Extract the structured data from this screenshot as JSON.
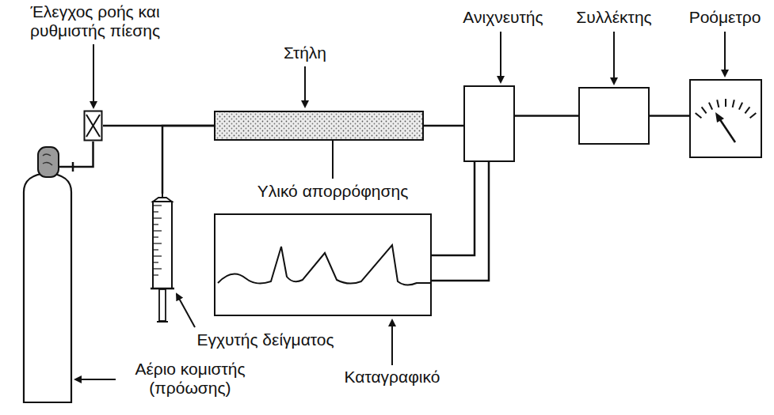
{
  "diagram": {
    "nodes": [
      {
        "text": [
          "Έλεγχος ροής και ρυθμιστής πίεσης"
        ]
      },
      {
        "text": [
          "Στήλη"
        ]
      },
      {
        "text": [
          "Ανιχνευτής"
        ]
      },
      {
        "text": [
          "Συλλέκτης"
        ]
      },
      {
        "text": [
          "Ροόμετρο"
        ]
      },
      {
        "text": [
          "Εγχυτής δείγματος"
        ]
      },
      {
        "text": [
          "Καταγραφικό"
        ]
      },
      {
        "text": [
          "Αέριο κομιστής (πρόωσης)"
        ]
      }
    ],
    "edges": [
      {
        "from": 7,
        "to": 0,
        "arrow": "none"
      },
      {
        "from": 0,
        "to": 1,
        "arrow": "none"
      },
      {
        "from": 5,
        "to": 1,
        "arrow": "none"
      },
      {
        "from": 1,
        "to": 2,
        "arrow": "none"
      },
      {
        "from": 2,
        "to": 3,
        "arrow": "none"
      },
      {
        "from": 3,
        "to": 4,
        "arrow": "none"
      },
      {
        "from": 2,
        "to": 6,
        "arrow": "none"
      }
    ],
    "labels": [
      "Υλικό απορρόφησης"
    ]
  }
}
